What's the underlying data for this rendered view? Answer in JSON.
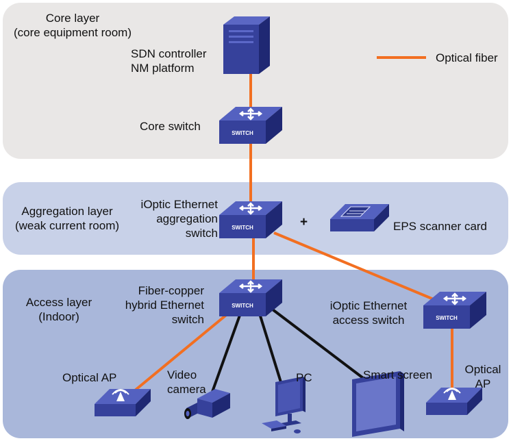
{
  "layers": {
    "core": {
      "line1": "Core layer",
      "line2": "(core equipment room)"
    },
    "aggregation": {
      "line1": "Aggregation layer",
      "line2": "(weak current room)"
    },
    "access": {
      "line1": "Access layer",
      "line2": "(Indoor)"
    }
  },
  "devices": {
    "controller": {
      "line1": "SDN controller",
      "line2": "NM platform"
    },
    "core_switch": {
      "label": "Core switch"
    },
    "agg_switch": {
      "line1": "iOptic Ethernet",
      "line2": "aggregation",
      "line3": "switch"
    },
    "plus": "+",
    "eps_card": {
      "label": "EPS scanner card"
    },
    "hybrid_switch": {
      "line1": "Fiber-copper",
      "line2": "hybrid Ethernet",
      "line3": "switch"
    },
    "access_switch": {
      "line1": "iOptic Ethernet",
      "line2": "access switch"
    },
    "optical_ap_left": {
      "label": "Optical AP"
    },
    "video_camera": {
      "line1": "Video",
      "line2": "camera"
    },
    "pc": {
      "label": "PC"
    },
    "smart_screen": {
      "label": "Smart screen"
    },
    "optical_ap_right": {
      "line1": "Optical",
      "line2": "AP"
    },
    "switch_text": "SWITCH"
  },
  "legend": {
    "label": "Optical fiber",
    "fiber_color": "#f26f21",
    "copper_color": "#111111"
  },
  "colors": {
    "core": "#e9e7e6",
    "aggregation": "#c8d1e8",
    "access": "#a9b7da",
    "device_blue": "#3d4aa3"
  }
}
